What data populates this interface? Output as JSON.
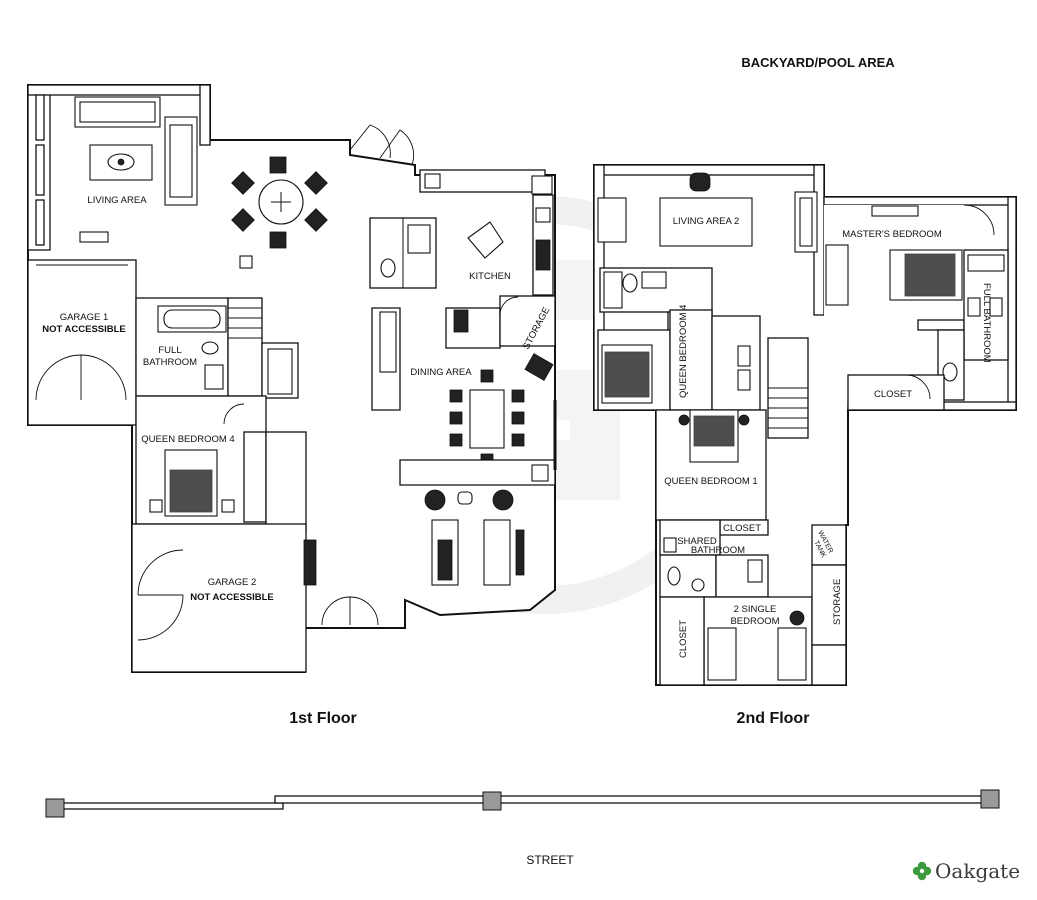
{
  "header": {
    "backyard": "BACKYARD/POOL AREA",
    "street": "STREET"
  },
  "floors": {
    "first": "1st Floor",
    "second": "2nd Floor"
  },
  "rooms_first": {
    "living_area": "LIVING AREA",
    "garage1_title": "GARAGE 1",
    "garage1_note": "NOT ACCESSIBLE",
    "full_bath_l1": "FULL",
    "full_bath_l2": "BATHROOM",
    "queen_bed4": "QUEEN BEDROOM 4",
    "garage2_title": "GARAGE 2",
    "garage2_note": "NOT ACCESSIBLE",
    "kitchen": "KITCHEN",
    "storage": "STORAGE",
    "dining": "DINING AREA"
  },
  "rooms_second": {
    "living_area2": "LIVING AREA 2",
    "masters_bed": "MASTER'S BEDROOM",
    "full_bathroom": "FULL BATHROOM",
    "closet_master": "CLOSET",
    "queen_bed4": "QUEEN BEDROOM 4",
    "queen_bed1": "QUEEN BEDROOM 1",
    "closet_small": "CLOSET",
    "shared_l1": "SHARED",
    "shared_l2": "BATHROOM",
    "water_l1": "WATER",
    "water_l2": "TANK",
    "single_l1": "2 SINGLE",
    "single_l2": "BEDROOM",
    "closet_left": "CLOSET",
    "storage": "STORAGE"
  },
  "brand": {
    "name": "Oakgate",
    "icon": "clover-icon",
    "color": "#3c9a3c"
  },
  "colors": {
    "wall": "#111111",
    "wall_fill": "#9a9a9a",
    "watermark": "#f0f0f0"
  }
}
